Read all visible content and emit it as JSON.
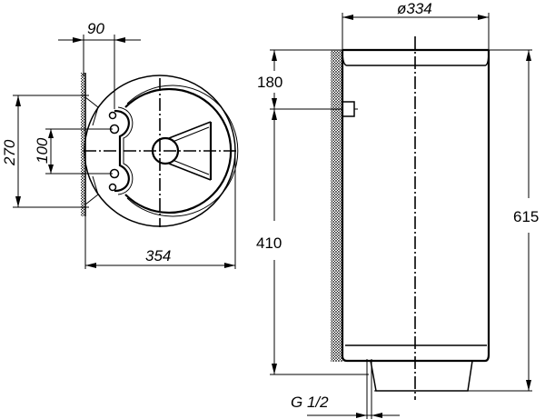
{
  "title": "Water heater dimensional drawing",
  "views": {
    "top_view": {
      "dimensions": {
        "bracket_offset": "90",
        "mount_height": "270",
        "hole_spacing": "100",
        "total_depth": "354"
      }
    },
    "side_view": {
      "dimensions": {
        "diameter": "ø334",
        "top_to_outlet": "180",
        "outlet_to_bottom": "410",
        "total_height": "615",
        "pipe_thread": "G 1/2"
      }
    }
  },
  "colors": {
    "line": "#000000",
    "background": "#ffffff"
  }
}
